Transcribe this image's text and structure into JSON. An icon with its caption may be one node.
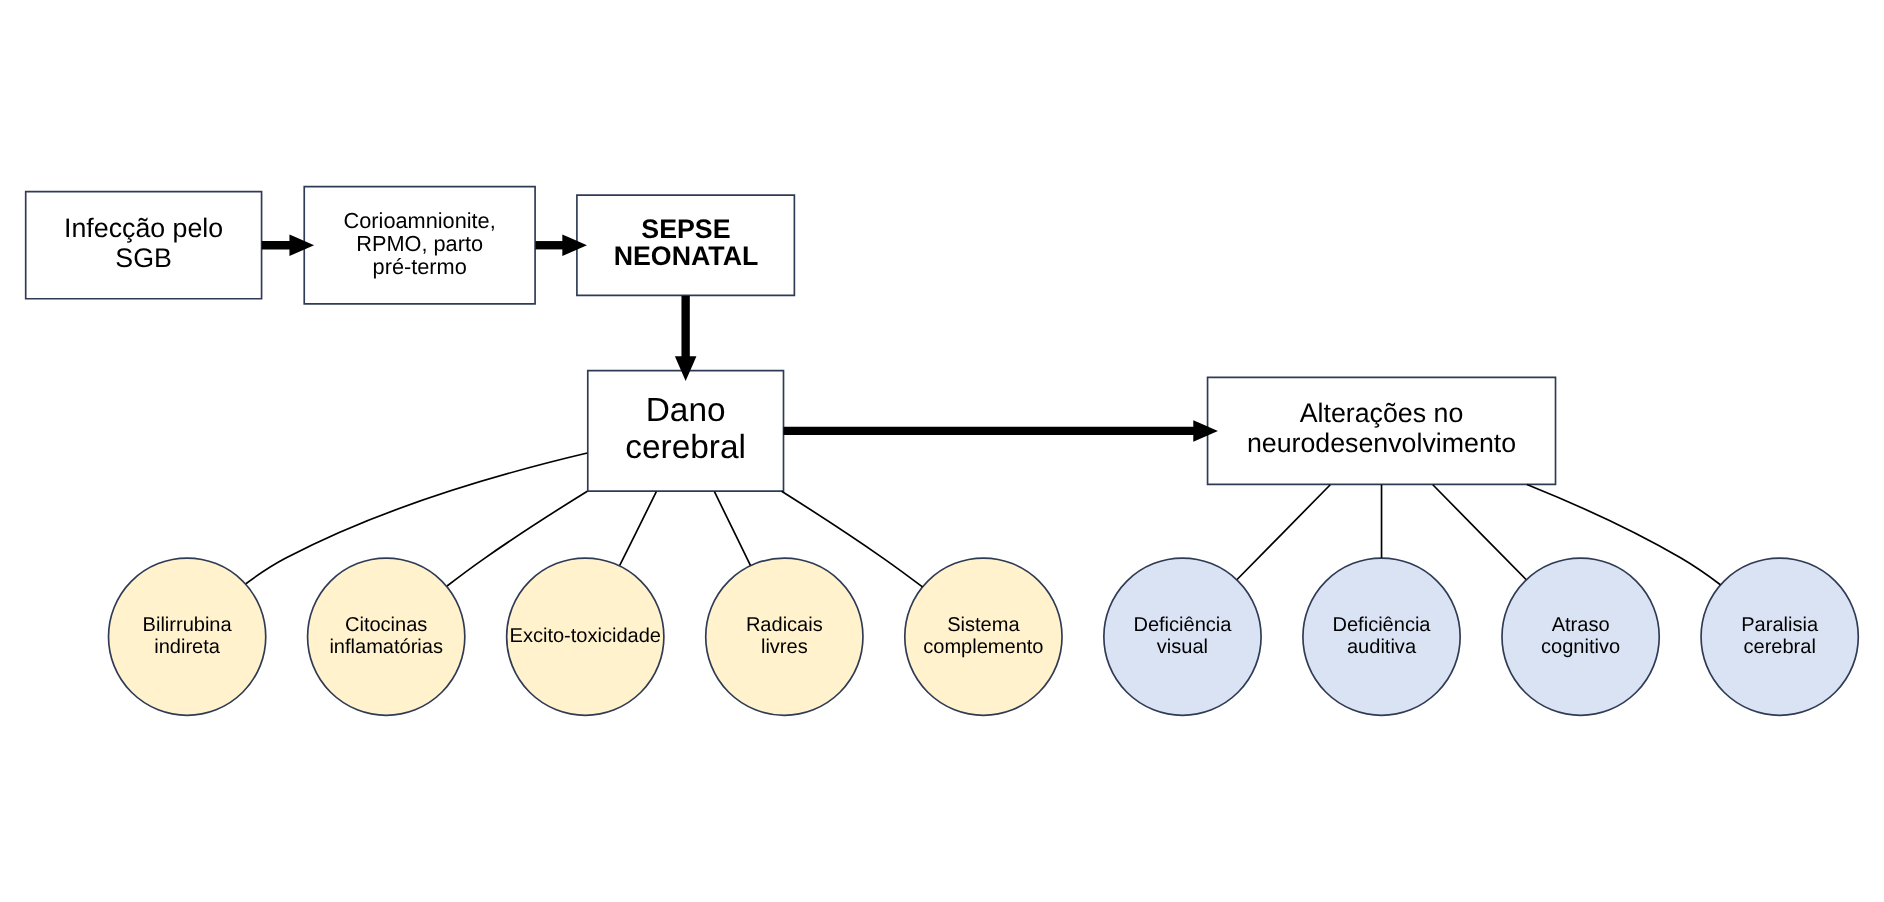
{
  "diagram": {
    "nodes": [
      {
        "text": [
          "Infecção pelo SGB"
        ]
      },
      {
        "text": [
          "Corioamnionite, RPMO, parto pré-termo"
        ]
      },
      {
        "text": [
          "SEPSE NEONATAL"
        ]
      },
      {
        "text": [
          "Dano cerebral"
        ]
      },
      {
        "text": [
          "Alterações no neurodesenvolvimento"
        ]
      },
      {
        "text": [
          "Deficiência visual"
        ]
      },
      {
        "text": [
          "Deficiência auditiva"
        ]
      },
      {
        "text": [
          "Atraso cognitivo"
        ]
      },
      {
        "text": [
          "Paralisia cerebral"
        ]
      },
      {
        "text": [
          "Bilirrubina indireta"
        ]
      },
      {
        "text": [
          "Citocinas inflamatórias"
        ]
      },
      {
        "text": [
          "Excito-toxicidade"
        ]
      },
      {
        "text": [
          "Radicais livres"
        ]
      },
      {
        "text": [
          "Sistema complemento"
        ]
      }
    ],
    "edges": [
      {
        "from": 0,
        "to": 1,
        "arrow": "to",
        "style": "thick"
      },
      {
        "from": 1,
        "to": 2,
        "arrow": "to",
        "style": "thick"
      },
      {
        "from": 2,
        "to": 3,
        "arrow": "to",
        "style": "thick"
      },
      {
        "from": 3,
        "to": 4,
        "arrow": "to",
        "style": "thick"
      },
      {
        "from": 4,
        "to": 5,
        "arrow": "none"
      },
      {
        "from": 4,
        "to": 6,
        "arrow": "none"
      },
      {
        "from": 4,
        "to": 7,
        "arrow": "none"
      },
      {
        "from": 4,
        "to": 8,
        "arrow": "none"
      },
      {
        "from": 3,
        "to": 9,
        "arrow": "none"
      },
      {
        "from": 3,
        "to": 10,
        "arrow": "none"
      },
      {
        "from": 3,
        "to": 11,
        "arrow": "none"
      },
      {
        "from": 3,
        "to": 12,
        "arrow": "none"
      },
      {
        "from": 3,
        "to": 13,
        "arrow": "none"
      }
    ]
  }
}
